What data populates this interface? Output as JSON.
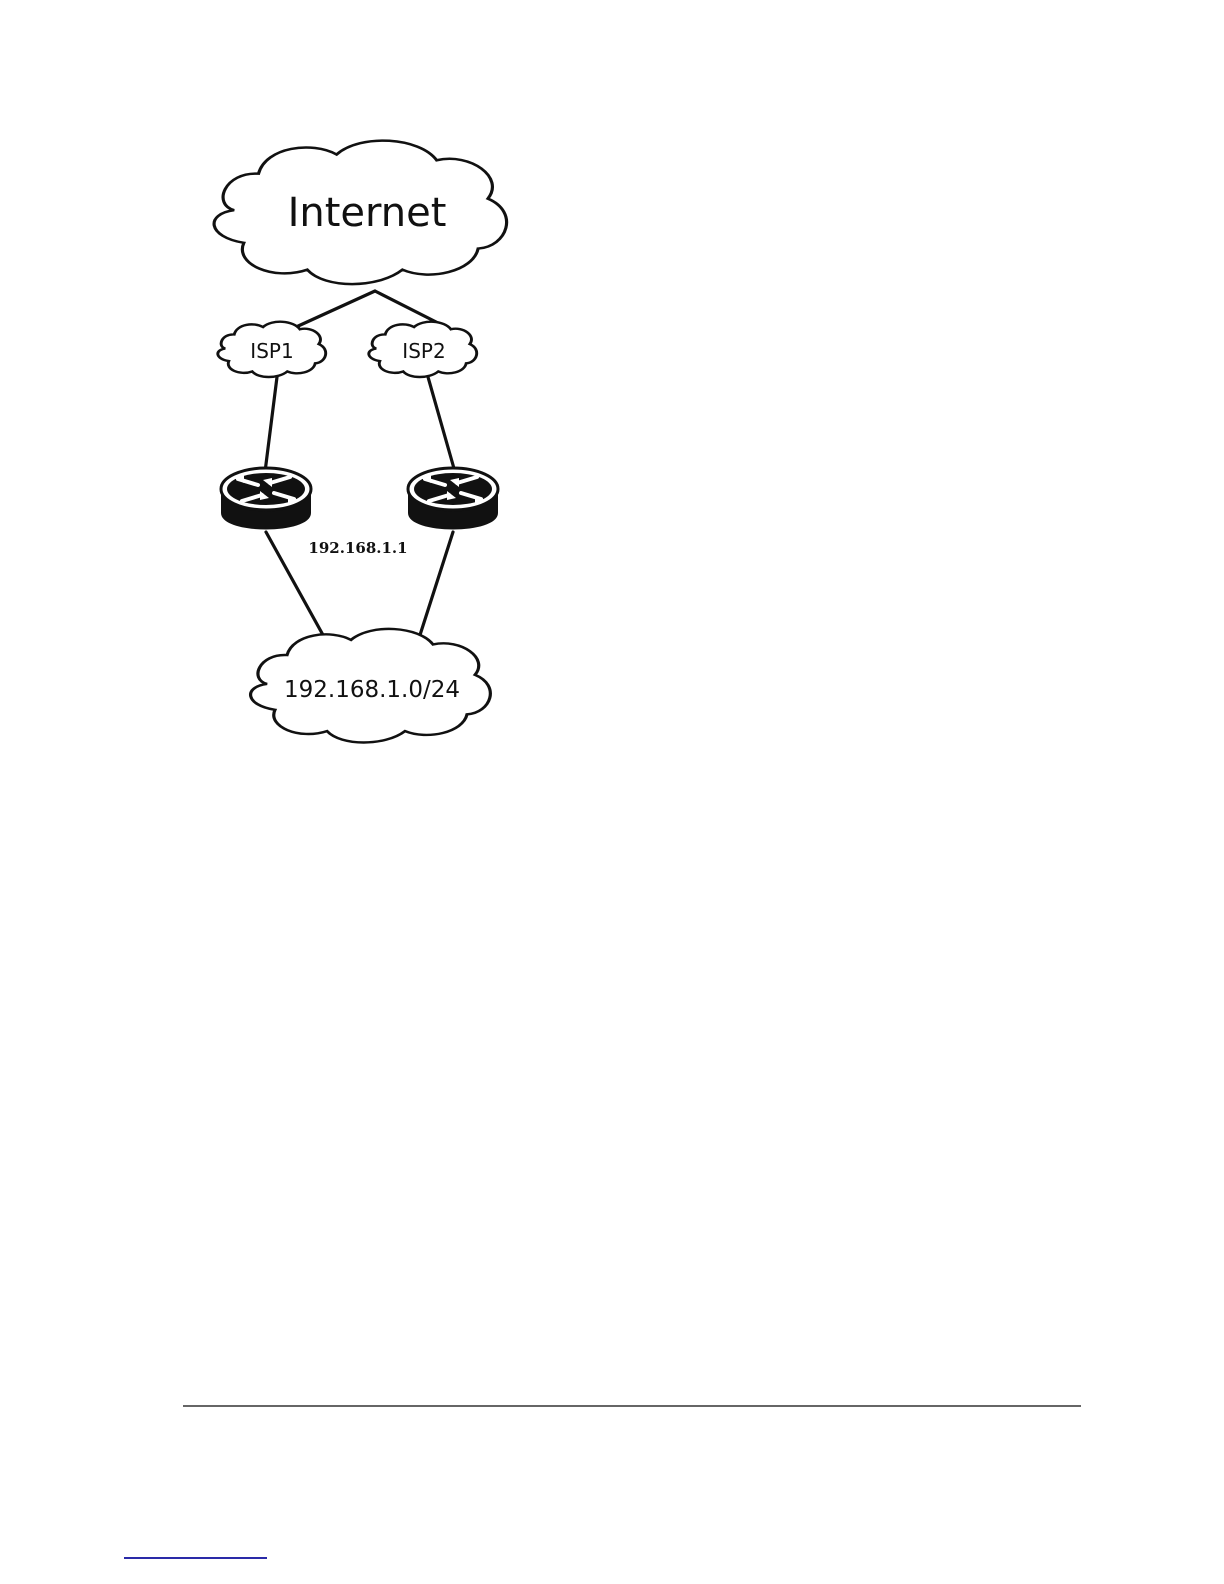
{
  "diagram": {
    "nodes": {
      "internet": {
        "label": "Internet",
        "kind": "cloud"
      },
      "isp1": {
        "label": "ISP1",
        "kind": "cloud"
      },
      "isp2": {
        "label": "ISP2",
        "kind": "cloud"
      },
      "router1": {
        "kind": "router",
        "icon": "router-icon"
      },
      "router2": {
        "kind": "router",
        "icon": "router-icon"
      },
      "lan": {
        "label": "192.168.1.0/24",
        "kind": "cloud"
      }
    },
    "router_address_label": "192.168.1.1",
    "edges": [
      {
        "from": "internet",
        "to": "isp1"
      },
      {
        "from": "internet",
        "to": "isp2"
      },
      {
        "from": "isp1",
        "to": "router1"
      },
      {
        "from": "isp2",
        "to": "router2"
      },
      {
        "from": "router1",
        "to": "lan"
      },
      {
        "from": "router2",
        "to": "lan"
      }
    ]
  },
  "colors": {
    "stroke": "#111111",
    "background": "#ffffff",
    "footer_rule": "#666666",
    "footnote_link_rule": "#2a2aa8"
  }
}
